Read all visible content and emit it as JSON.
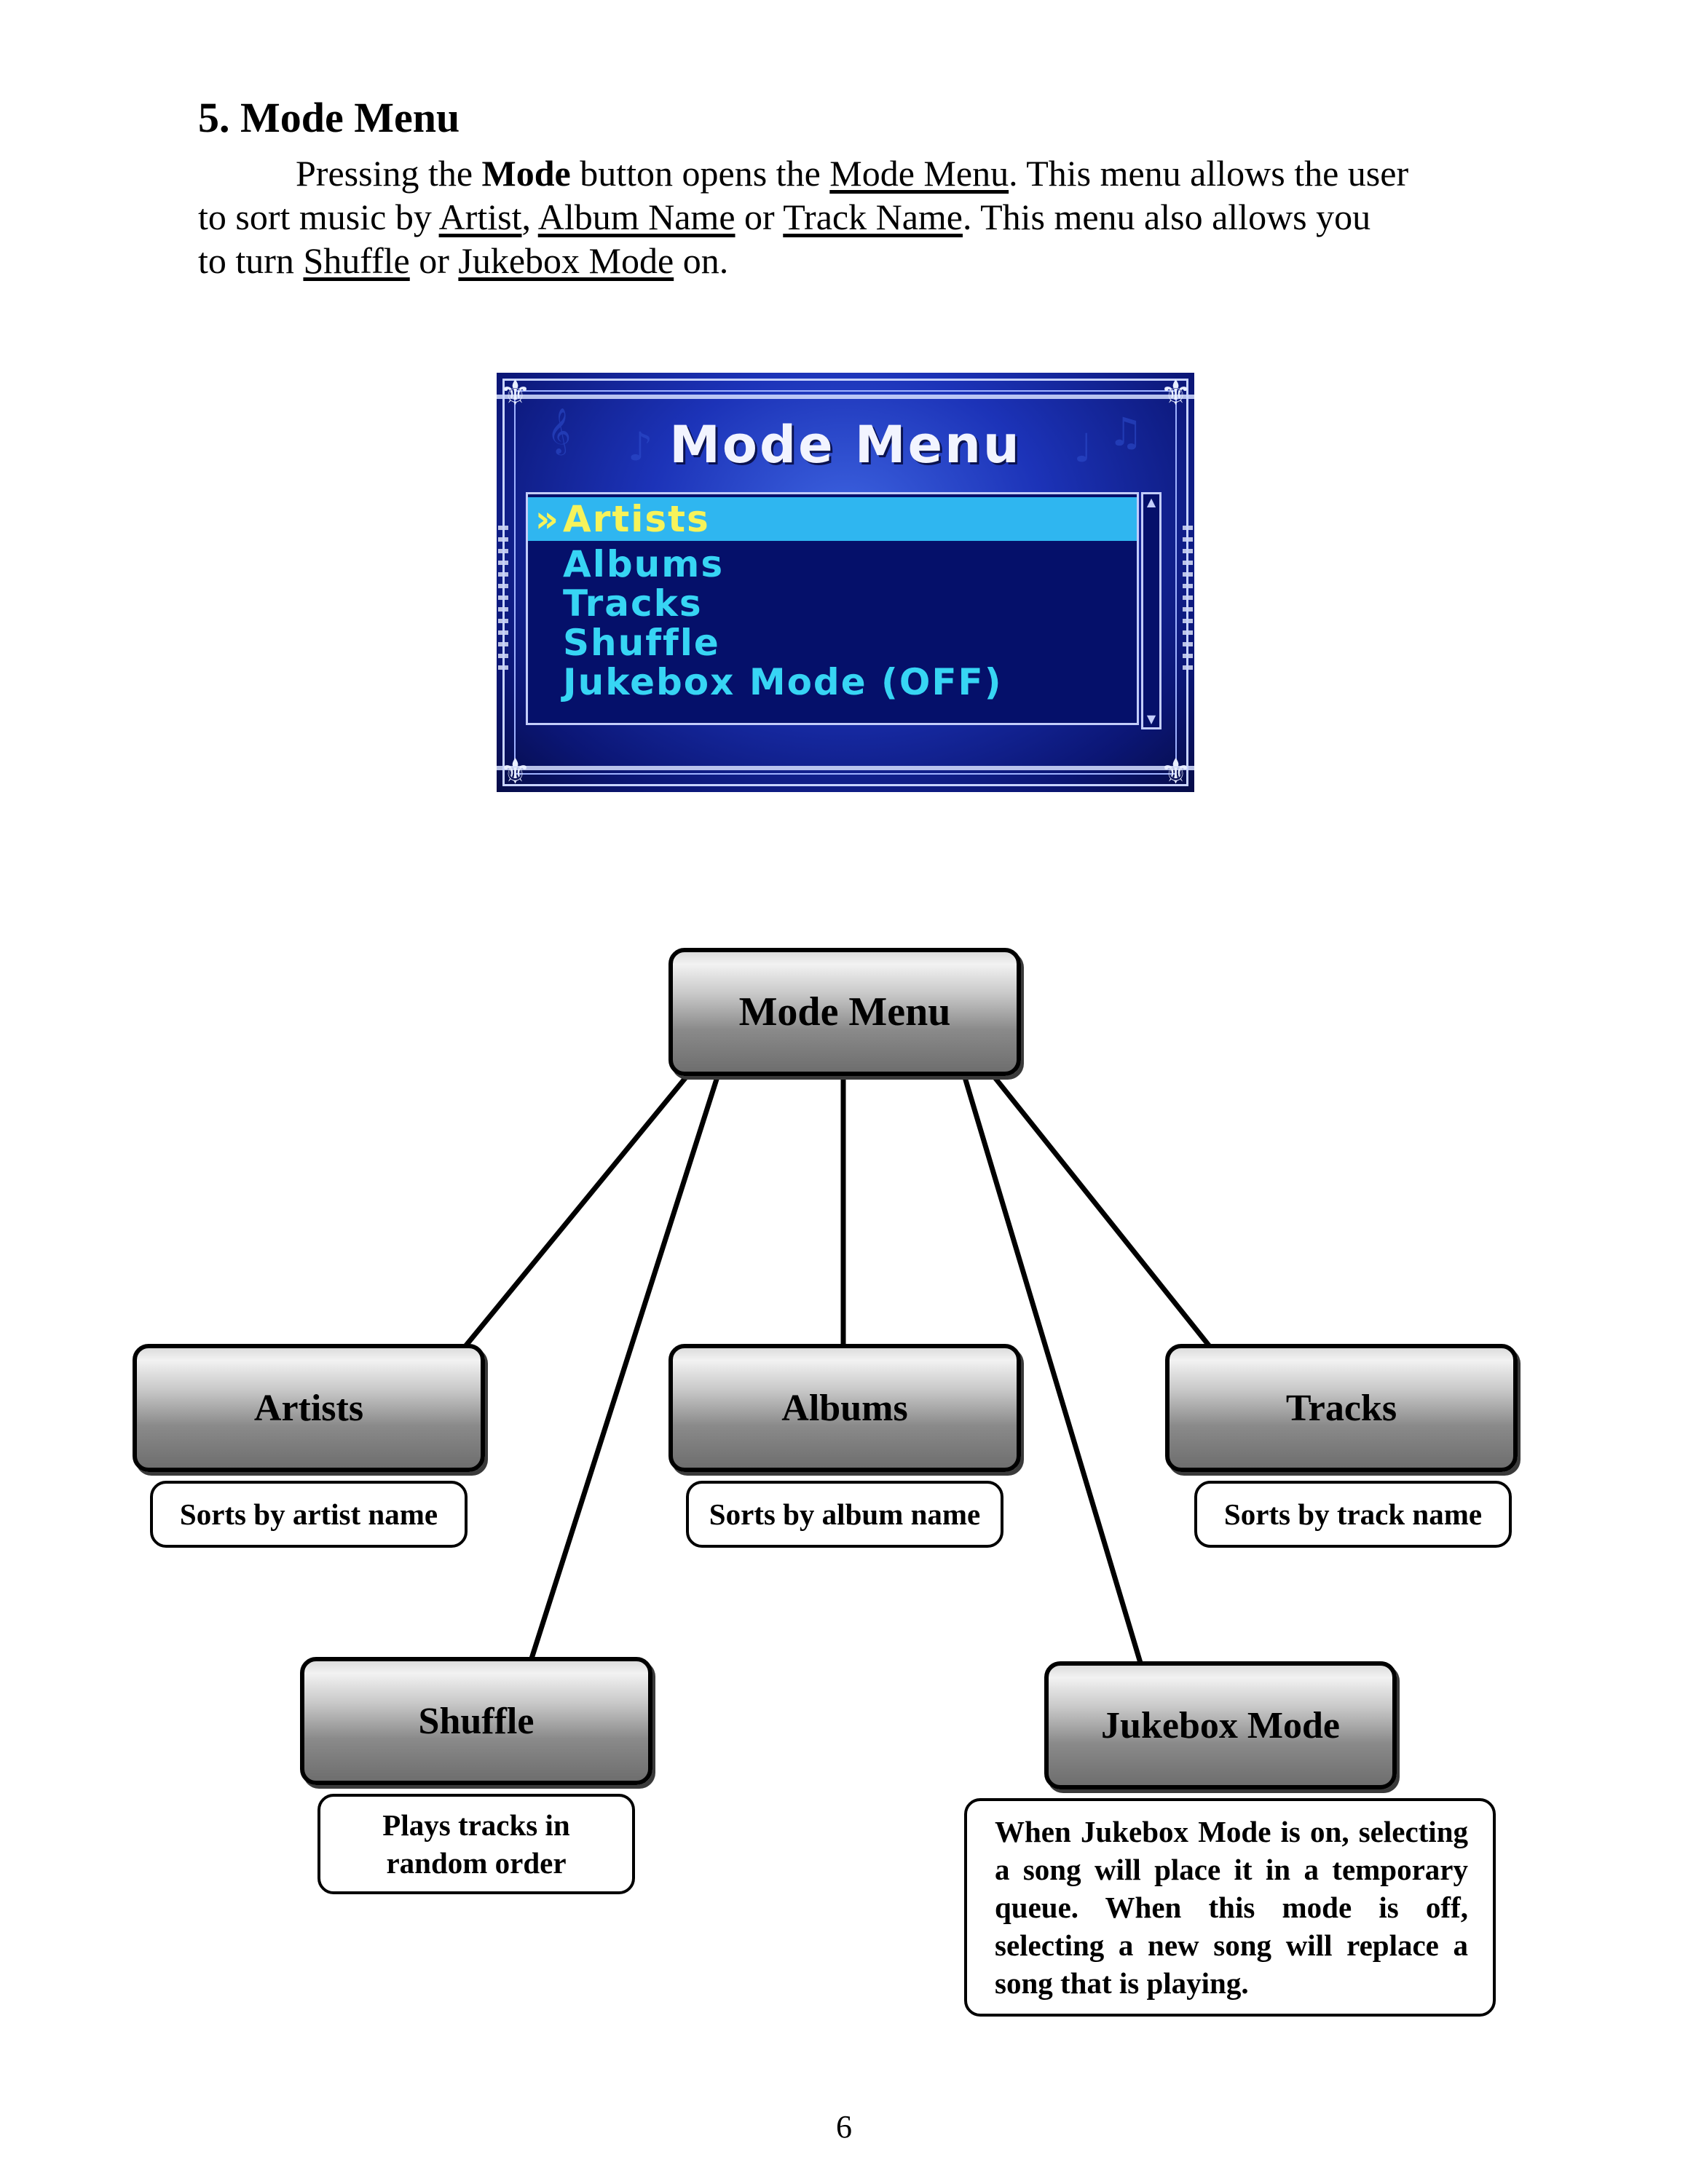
{
  "heading": "5. Mode Menu",
  "intro": {
    "line1": {
      "t1": "Pressing the ",
      "b1": "Mode",
      "t2": " button opens the ",
      "u1": "Mode Menu",
      "t3": ".  This menu allows the user"
    },
    "line2": {
      "t1": "to sort music by ",
      "u1": "Artist",
      "t2": ", ",
      "u2": "Album Name",
      "t3": " or ",
      "u3": "Track Name",
      "t4": ".  This menu also allows you"
    },
    "line3": {
      "t1": "to turn ",
      "u1": "Shuffle",
      "t2": " or ",
      "u2": "Jukebox Mode",
      "t3": " on."
    }
  },
  "device_screen": {
    "title": "Mode Menu",
    "selection_marker": "»",
    "items": [
      "Artists",
      "Albums",
      "Tracks",
      "Shuffle",
      "Jukebox Mode (OFF)"
    ],
    "selected_index": 0,
    "colors": {
      "background": "#1c33b8",
      "list_background": "#05106a",
      "item_text": "#37d5f4",
      "selected_bar": "#2fb6f0",
      "selected_text": "#f6f35a"
    }
  },
  "diagram": {
    "root": "Mode Menu",
    "nodes": {
      "artists": {
        "label": "Artists",
        "description": "Sorts by artist name"
      },
      "albums": {
        "label": "Albums",
        "description": "Sorts by album name"
      },
      "tracks": {
        "label": "Tracks",
        "description": "Sorts by track name"
      },
      "shuffle": {
        "label": "Shuffle",
        "description_line1": "Plays tracks in",
        "description_line2": "random order"
      },
      "jukebox": {
        "label": "Jukebox Mode",
        "description": "When Jukebox Mode is on, selecting a song will place it in a temporary queue. When this mode is off, selecting a new song will replace a song that is playing."
      }
    }
  },
  "page_number": "6"
}
